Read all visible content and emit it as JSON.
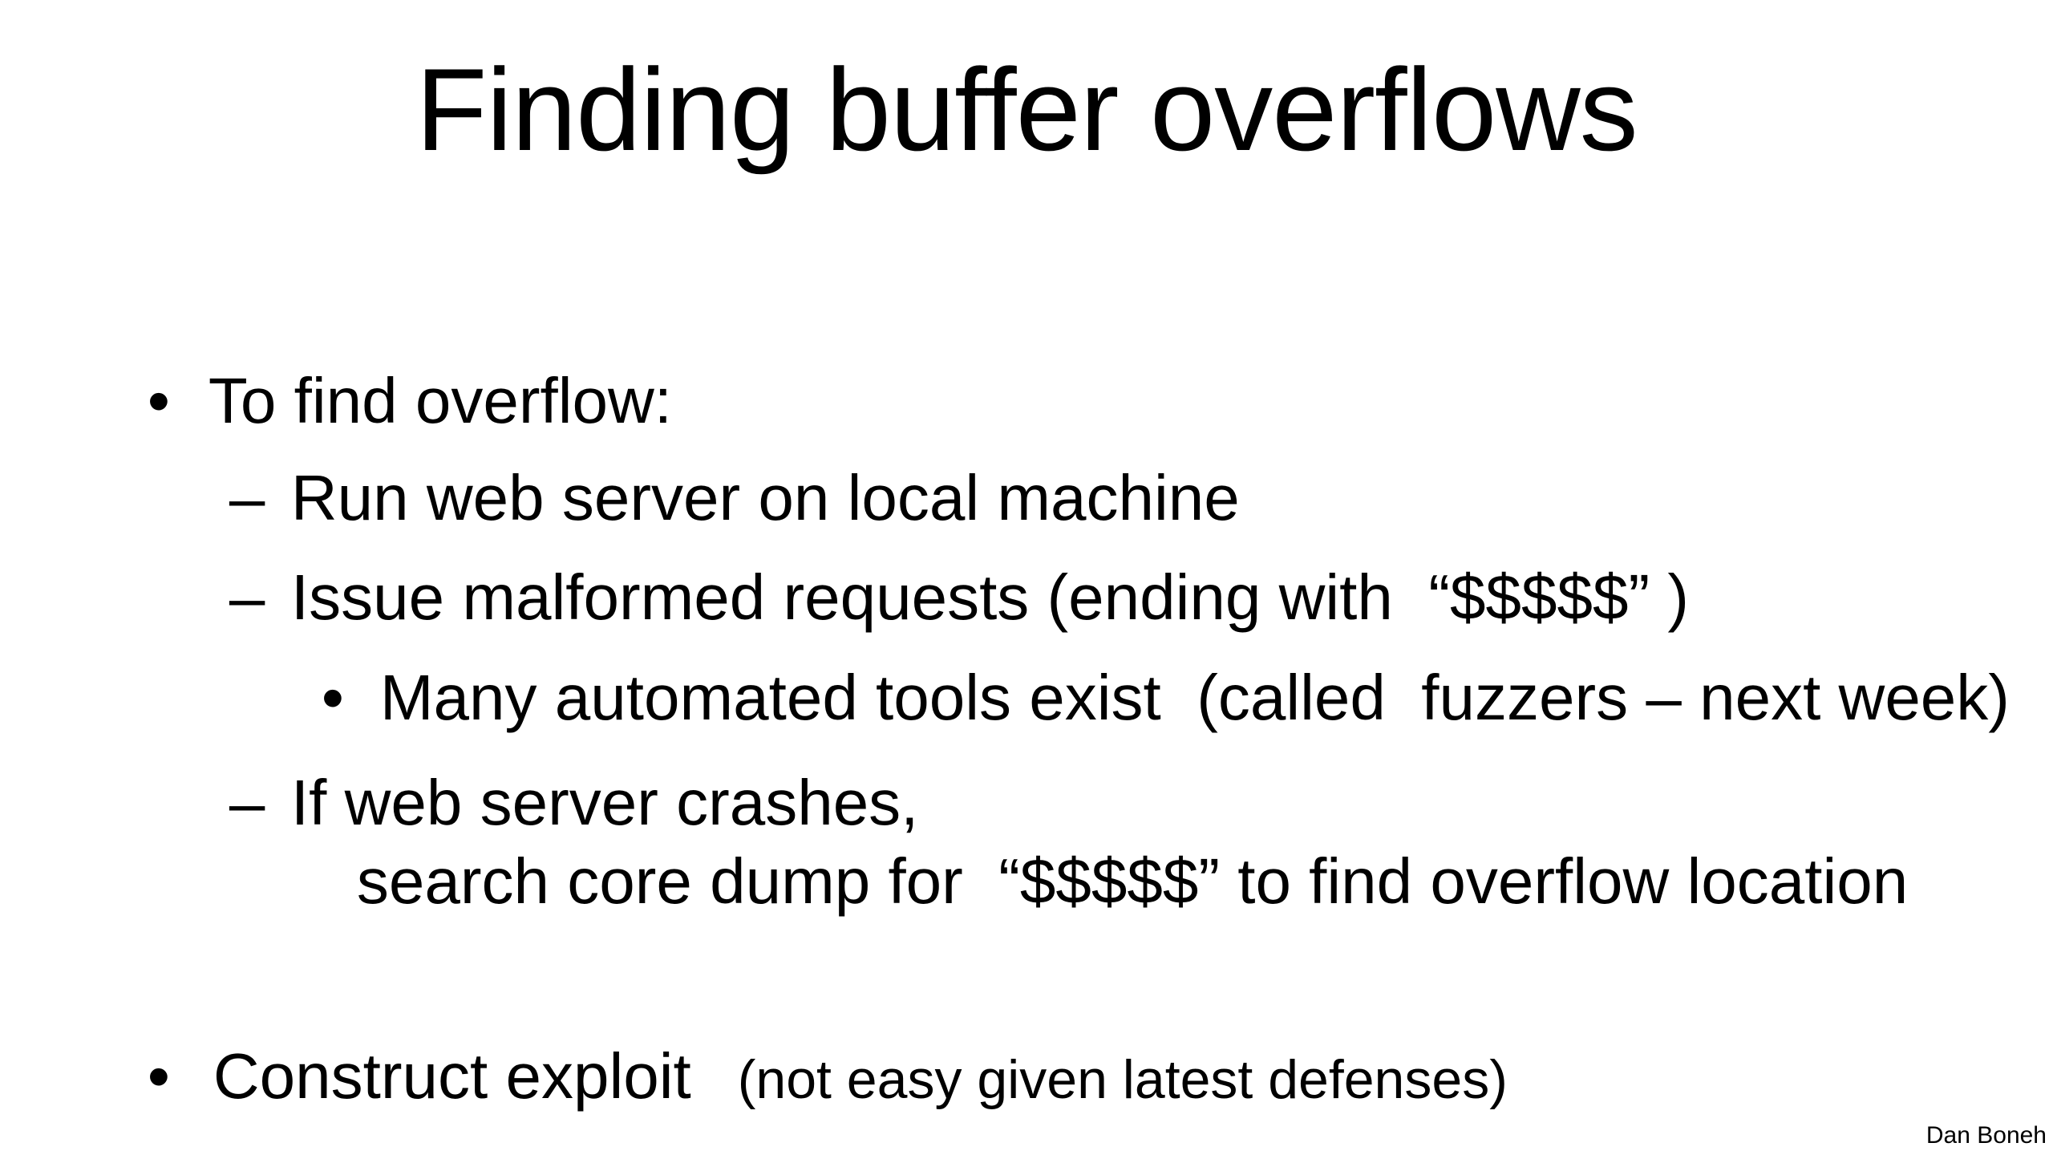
{
  "slide": {
    "title": "Finding buffer overflows",
    "colors": {
      "background": "#ffffff",
      "text": "#000000"
    },
    "bullets": [
      {
        "level": 1,
        "marker": "•",
        "text": "To find overflow:"
      },
      {
        "level": 2,
        "marker": "–",
        "text": "Run web server on local machine"
      },
      {
        "level": 2,
        "marker": "–",
        "text": "Issue malformed requests (ending with  “$$$$$” )"
      },
      {
        "level": 3,
        "marker": "•",
        "text": "Many automated tools exist  (called  fuzzers – next week)"
      },
      {
        "level": 2,
        "marker": "–",
        "text": "If web server crashes,"
      },
      {
        "level": 2,
        "marker": "",
        "text": "search core dump for  “$$$$$” to find overflow location",
        "continuation": true
      },
      {
        "level": 1,
        "marker": "•",
        "text": "Construct exploit",
        "note": "(not easy given latest defenses)"
      }
    ],
    "footer": {
      "author": "Dan Boneh"
    }
  }
}
